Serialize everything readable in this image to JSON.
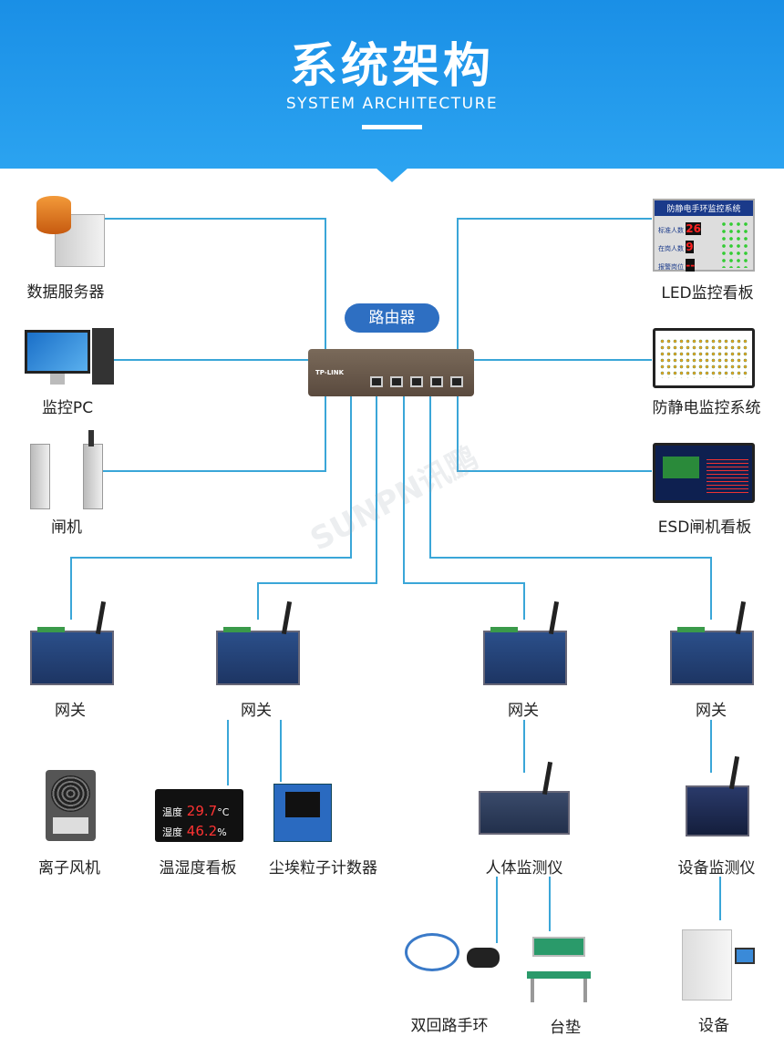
{
  "header": {
    "title": "系统架构",
    "subtitle": "SYSTEM ARCHITECTURE"
  },
  "router": {
    "label": "路由器",
    "brand": "TP-LINK"
  },
  "left_devices": [
    "数据服务器",
    "监控PC",
    "闸机"
  ],
  "right_devices": [
    "LED监控看板",
    "防静电监控系统",
    "ESD闸机看板"
  ],
  "gateways": [
    "网关",
    "网关",
    "网关",
    "网关"
  ],
  "sensors": [
    "离子风机",
    "温湿度看板",
    "尘埃粒子计数器",
    "人体监测仪",
    "设备监测仪"
  ],
  "endpoints": [
    "双回路手环",
    "台垫",
    "设备"
  ],
  "led_board": {
    "title": "防静电手环监控系统",
    "rows": [
      {
        "label": "标准人数",
        "value": "26"
      },
      {
        "label": "在岗人数",
        "value": "9"
      },
      {
        "label": "报警岗位",
        "value": "--"
      }
    ]
  },
  "temp_board": {
    "temp_label": "温度",
    "temp": "29.7",
    "temp_unit": "°C",
    "hum_label": "湿度",
    "hum": "46.2",
    "hum_unit": "%"
  },
  "watermark": "SUNPN讯鹏",
  "colors": {
    "header": "#1a8fe6",
    "line": "#3aa6d8",
    "pill": "#2e6fc2"
  }
}
